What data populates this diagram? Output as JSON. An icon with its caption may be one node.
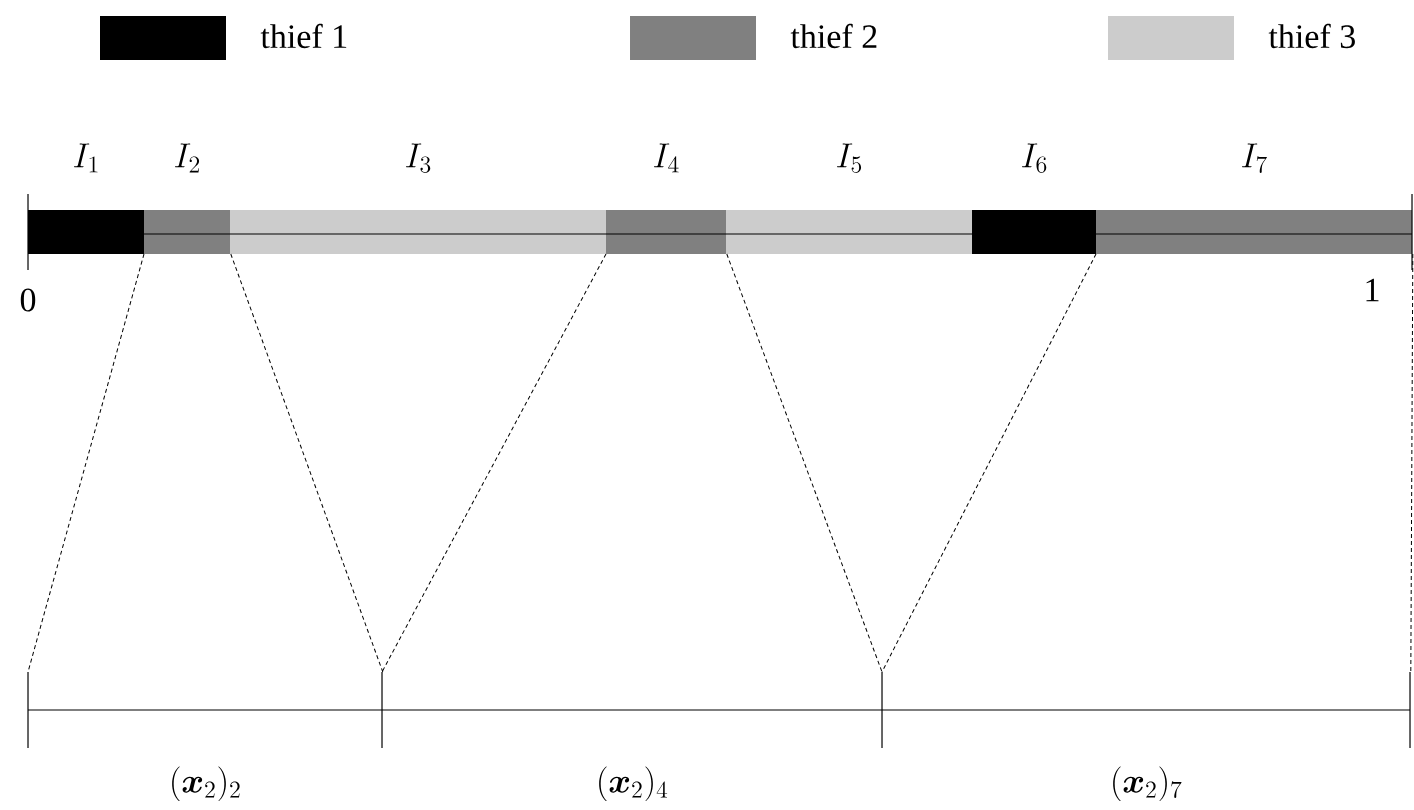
{
  "diagram": {
    "nodes": [
      {
        "text": [
          "I_1"
        ]
      },
      {
        "text": [
          "I_2"
        ]
      },
      {
        "text": [
          "I_3"
        ]
      },
      {
        "text": [
          "I_4"
        ]
      },
      {
        "text": [
          "I_5"
        ]
      },
      {
        "text": [
          "I_6"
        ]
      },
      {
        "text": [
          "I_7"
        ]
      },
      {
        "text": [
          "(\\boldsymbol{x}_2)_2"
        ]
      },
      {
        "text": [
          "(\\boldsymbol{x}_2)_4"
        ]
      },
      {
        "text": [
          "(\\boldsymbol{x}_2)_7"
        ]
      }
    ],
    "edges": [
      {
        "from": 1,
        "to": 7,
        "arrow": "none",
        "style": "dashed"
      },
      {
        "from": 1,
        "to": 7,
        "arrow": "none",
        "style": "dashed"
      },
      {
        "from": 3,
        "to": 8,
        "arrow": "none",
        "style": "dashed"
      },
      {
        "from": 3,
        "to": 9,
        "arrow": "none",
        "style": "dashed"
      },
      {
        "from": 6,
        "to": 9,
        "arrow": "none",
        "style": "dashed"
      },
      {
        "from": 6,
        "to": 9,
        "arrow": "none",
        "style": "dashed"
      }
    ],
    "labels": [
      "0",
      "1"
    ],
    "legend": [
      {
        "text": "thief 1",
        "color": "#000000"
      },
      {
        "text": "thief 2",
        "color": "#808080"
      },
      {
        "text": "thief 3",
        "color": "#cccccc"
      }
    ]
  }
}
